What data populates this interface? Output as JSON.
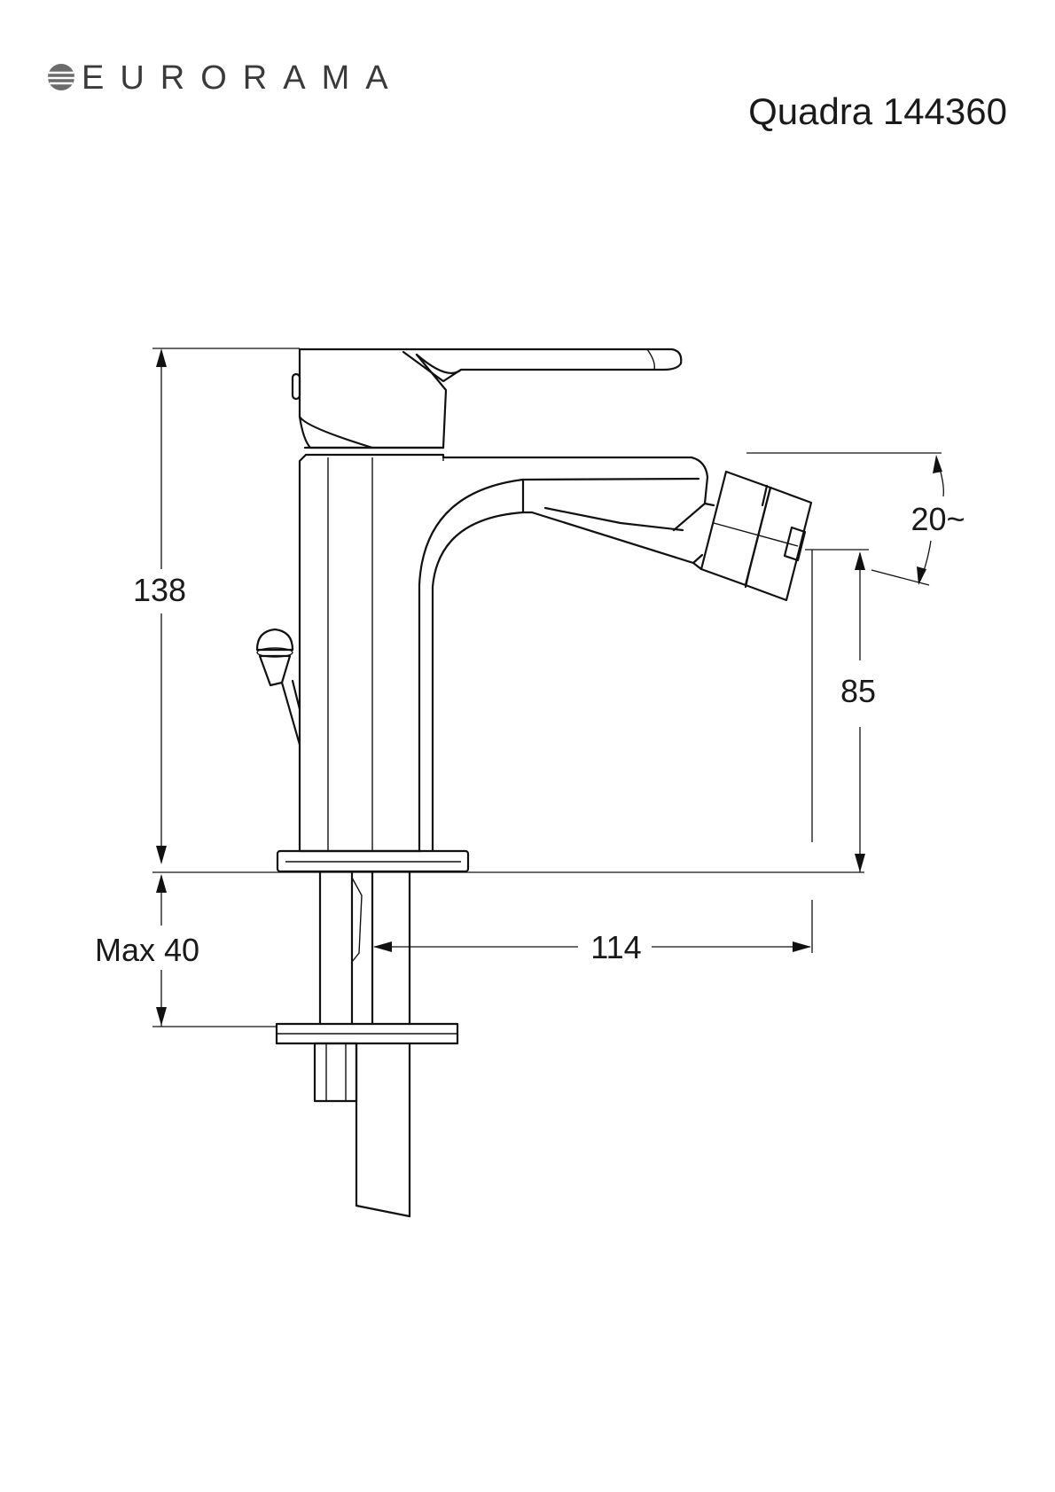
{
  "header": {
    "brand": "EURORAMA",
    "logo_icon": "eurorama-globe-logo",
    "model": "Quadra 144360"
  },
  "dimensions": {
    "total_height": "138",
    "spout_height": "85",
    "spout_reach": "114",
    "nozzle_angle": "20~",
    "max_deck": "Max 40"
  }
}
